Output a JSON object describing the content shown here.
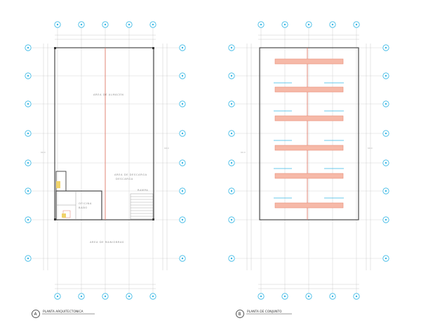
{
  "plans": [
    {
      "id": "architectural",
      "marker": "A",
      "title": "PLANTA ARQUITECTONICA",
      "rooms": {
        "main_top": "AREA DE ALMACEN",
        "center_1": "AREA DE DESCARGA",
        "center_2": "DESCARGA",
        "small_label": "RAMPA",
        "office_1": "OFICINA",
        "office_2": "BAÑO",
        "bottom": "AREA DE MANIOBRAS"
      }
    },
    {
      "id": "roof",
      "marker": "B",
      "title": "PLANTA DE CONJUNTO"
    }
  ],
  "dimensions": {
    "left_plan_side": "60.0",
    "right_plan_side": "60.0",
    "left_plan_side_2": "60.0",
    "right_plan_side_2": "60.0"
  },
  "colors": {
    "grid_bubble": "#34b6e4",
    "beam_fill": "#f6b9a8",
    "beam_stroke": "#e88d77",
    "axis_red": "#e07a6a",
    "wall": "#3a3a3a",
    "grid": "#d8d8d8"
  }
}
